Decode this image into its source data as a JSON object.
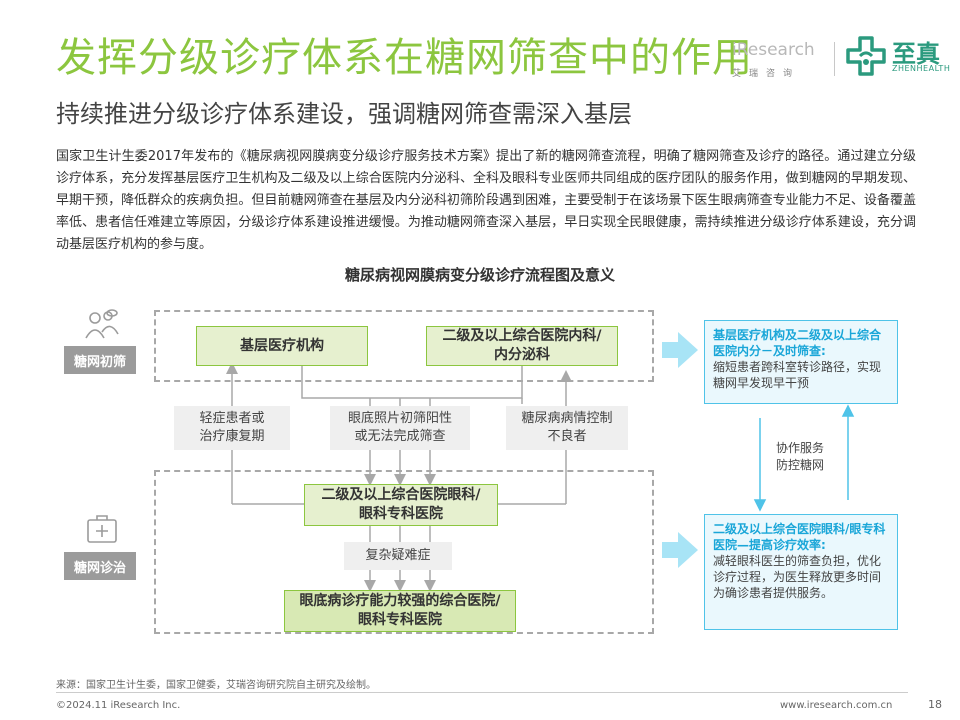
{
  "header": {
    "title": "发挥分级诊疗体系在糖网筛查中的作用",
    "subtitle": "持续推进分级诊疗体系建设，强调糖网筛查需深入基层",
    "logos": {
      "iresearch_brand": "iResearch",
      "iresearch_tag": "艾瑞咨询",
      "zhenhealth_name": "至真",
      "zhenhealth_en": "ZHENHEALTH"
    }
  },
  "intro": "国家卫生计生委2017年发布的《糖尿病视网膜病变分级诊疗服务技术方案》提出了新的糖网筛查流程，明确了糖网筛查及诊疗的路径。通过建立分级诊疗体系，充分发挥基层医疗卫生机构及二级及以上综合医院内分泌科、全科及眼科专业医师共同组成的医疗团队的服务作用，做到糖网的早期发现、早期干预，降低群众的疾病负担。但目前糖网筛查在基层及内分泌科初筛阶段遇到困难，主要受制于在该场景下医生眼病筛查专业能力不足、设备覆盖率低、患者信任难建立等原因，分级诊疗体系建设推进缓慢。为推动糖网筛查深入基层，早日实现全民眼健康，需持续推进分级诊疗体系建设，充分调动基层医疗机构的参与度。",
  "diagram": {
    "title": "糖尿病视网膜病变分级诊疗流程图及意义",
    "sections": {
      "screening_tag": "糖网初筛",
      "treatment_tag": "糖网诊治"
    },
    "nodes": {
      "primary_care": "基层医疗机构",
      "internal_endocrine": "二级及以上综合医院内科/\n内分泌科",
      "ophthalmology": "二级及以上综合医院眼科/\n眼科专科医院",
      "advanced_hospital": "眼底病诊疗能力较强的综合医院/\n眼科专科医院"
    },
    "conditions": {
      "mild_patients": "轻症患者或\n治疗康复期",
      "positive_screening": "眼底照片初筛阳性\n或无法完成筛查",
      "poor_control": "糖尿病病情控制\n不良者",
      "complex_cases": "复杂疑难症"
    },
    "significance": {
      "top_head": "基层医疗机构及二级及以上综合医院内分－及时筛查:",
      "top_body": "缩短患者跨科室转诊路径，实现糖网早发现早干预",
      "bottom_head": "二级及以上综合医院眼科/眼专科医院—提高诊疗效率:",
      "bottom_body": "减轻眼科医生的筛查负担，优化诊疗过程，为医生释放更多时间为确诊患者提供服务。",
      "collab": "协作服务\n防控糖网"
    },
    "colors": {
      "accent_green": "#8cc63f",
      "accent_blue": "#4fc3e8",
      "tag_gray": "#9b9b9b"
    },
    "icons": [
      "people-icon",
      "medical-kit-icon"
    ]
  },
  "footer": {
    "source": "来源：国家卫生计生委，国家卫健委，艾瑞咨询研究院自主研究及绘制。",
    "copyright": "©2024.11 iResearch Inc.",
    "website": "www.iresearch.com.cn",
    "page": "18"
  }
}
